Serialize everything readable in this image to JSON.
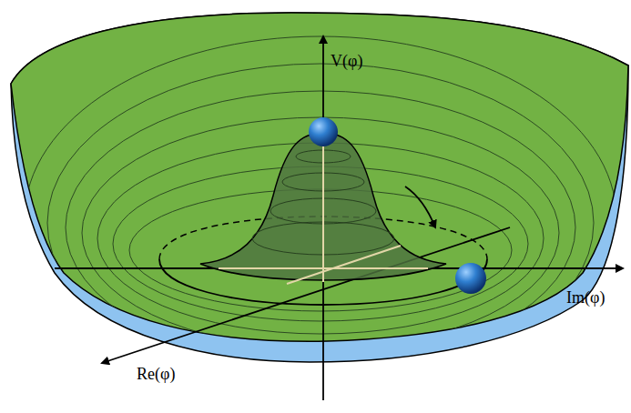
{
  "diagram": {
    "labels": [
      "V(φ)",
      "Im(φ)",
      "Re(φ)"
    ]
  }
}
